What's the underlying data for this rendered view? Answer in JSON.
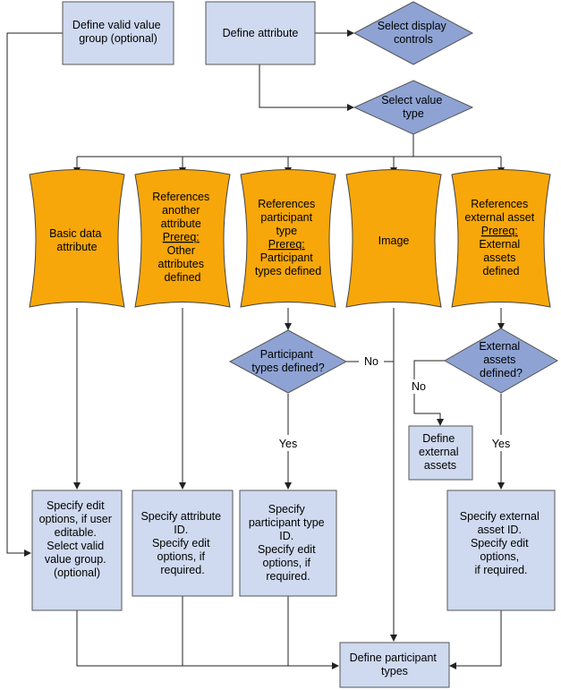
{
  "nodes": {
    "define_group": [
      "Define valid value",
      "group (optional)"
    ],
    "define_attribute": [
      "Define attribute"
    ],
    "select_display": [
      "Select display",
      "controls"
    ],
    "select_value_type": [
      "Select value",
      "type"
    ],
    "basic": [
      "Basic data",
      "attribute"
    ],
    "ref_attr": [
      "References",
      "another",
      "attribute",
      "Prereq:",
      "Other",
      "attributes",
      "defined"
    ],
    "ref_part": [
      "References",
      "participant",
      "type",
      "Prereq:",
      "Participant",
      "types defined"
    ],
    "image": [
      "Image"
    ],
    "ref_ext": [
      "References",
      "external asset",
      "Prereq:",
      "External",
      "assets",
      "defined"
    ],
    "part_defined_q": [
      "Participant",
      "types defined?"
    ],
    "ext_defined_q": [
      "External",
      "assets",
      "defined?"
    ],
    "define_ext": [
      "Define",
      "external",
      "assets"
    ],
    "spec_edit": [
      "Specify edit",
      "options, if user",
      "editable.",
      "",
      "Select valid",
      "value group.",
      "(optional)"
    ],
    "spec_attr": [
      "Specify attribute",
      "ID.",
      "",
      "Specify edit",
      "options, if",
      "required."
    ],
    "spec_part": [
      "Specify",
      "participant type",
      "ID.",
      "",
      "Specify edit",
      "options, if",
      "required."
    ],
    "spec_ext": [
      "Specify external",
      "asset ID.",
      "",
      "Specify edit",
      "options,",
      "if required."
    ],
    "define_part_types": [
      "Define participant",
      "types"
    ]
  },
  "edges": {
    "no1": "No",
    "yes1": "Yes",
    "no2": "No",
    "yes2": "Yes"
  }
}
